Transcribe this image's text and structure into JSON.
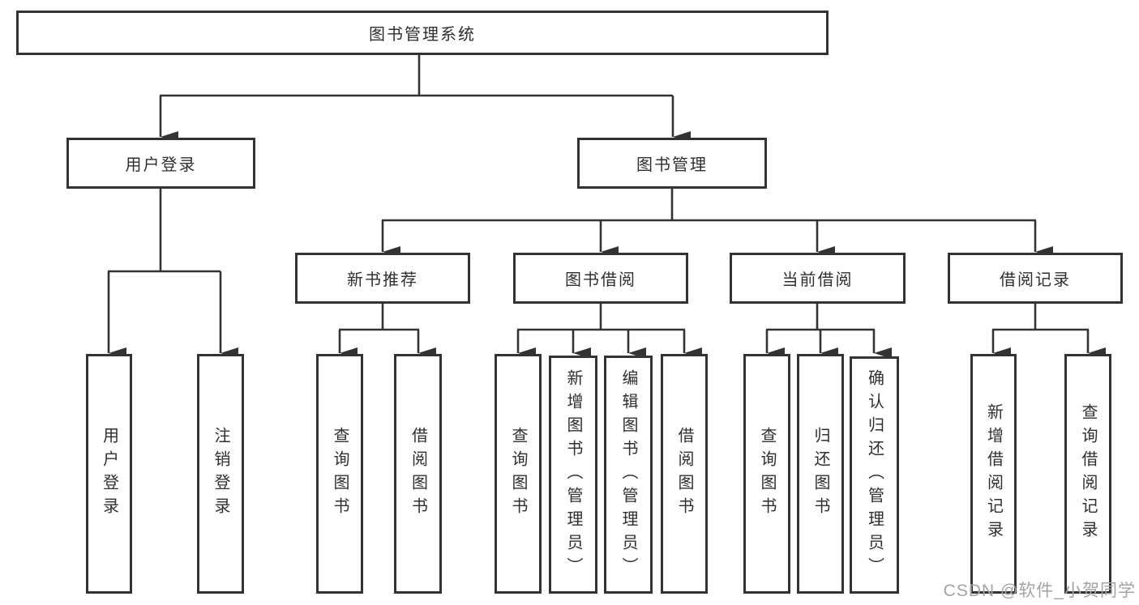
{
  "diagram": {
    "root": "图书管理系统",
    "level2": [
      "用户登录",
      "图书管理"
    ],
    "level3": [
      "新书推荐",
      "图书借阅",
      "当前借阅",
      "借阅记录"
    ],
    "leaves": [
      "用户登录",
      "注销登录",
      "查询图书",
      "借阅图书",
      "查询图书",
      "新增图书（管理员）",
      "编辑图书（管理员）",
      "借阅图书",
      "查询图书",
      "归还图书",
      "确认归还（管理员）",
      "新增借阅记录",
      "查询借阅记录"
    ]
  },
  "watermark": "CSDN @软件_小贺同学",
  "colors": {
    "line": "#333333",
    "text": "#2f2f2f",
    "background": "#ffffff",
    "watermark": "#a3a3a3"
  }
}
